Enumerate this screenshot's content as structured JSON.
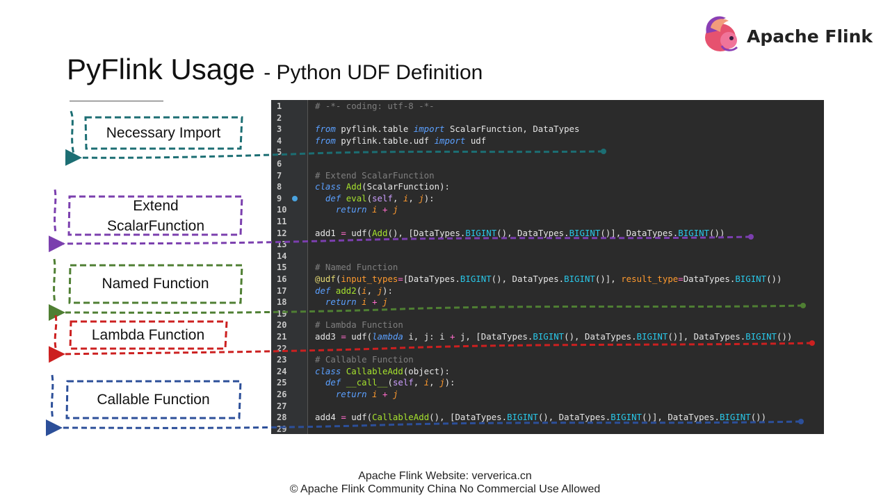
{
  "slide": {
    "title_main": "PyFlink Usage",
    "title_sub": "- Python  UDF Definition",
    "brand": "Apache Flink"
  },
  "labels": [
    {
      "text": "Necessary Import",
      "color": "#1c6e73"
    },
    {
      "text": "Extend ScalarFunction",
      "color": "#7b3fae"
    },
    {
      "text": "Named Function",
      "color": "#4f7f33"
    },
    {
      "text": "Lambda Function",
      "color": "#cc2020"
    },
    {
      "text": "Callable Function",
      "color": "#2c4f99"
    }
  ],
  "code": {
    "lines": [
      "1",
      "2",
      "3",
      "4",
      "5",
      "6",
      "7",
      "8",
      "9",
      "10",
      "11",
      "12",
      "13",
      "14",
      "15",
      "16",
      "17",
      "18",
      "19",
      "20",
      "21",
      "22",
      "23",
      "24",
      "25",
      "26",
      "27",
      "28",
      "29"
    ]
  },
  "footer": {
    "line1": "Apache Flink Website: ververica.cn",
    "line2": "© Apache Flink Community China  No Commercial Use Allowed"
  },
  "colors": {
    "background": "#ffffff",
    "editor_bg": "#2b2b2b",
    "keyword": "#5ba0ff",
    "comment": "#7f7f7f",
    "function": "#a6e22e",
    "constant": "#29c7e8"
  },
  "icons": [
    "flink-squirrel-logo-icon",
    "breakpoint-icon",
    "fold-icon"
  ]
}
